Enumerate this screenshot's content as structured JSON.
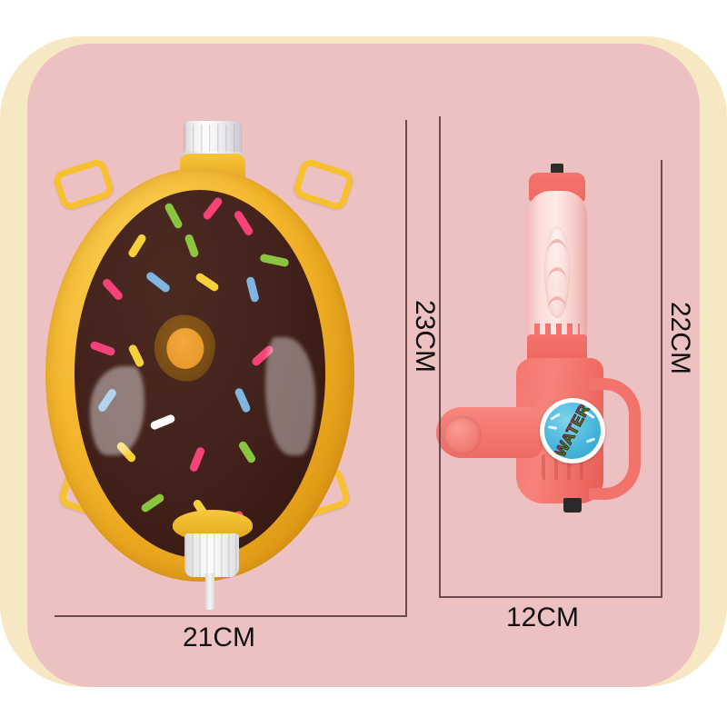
{
  "scene": {
    "description": "Product dimension photo of a donut-shaped water backpack and a matching water gun on a pink rounded panel",
    "background": {
      "outer_color": "#ffffff",
      "cream_layer_color": "#f6e8c3",
      "panel_color": "#edc0c2"
    }
  },
  "products": {
    "backpack": {
      "name": "donut-water-backpack",
      "ring_color": "#f4b62c",
      "frosting_color": "#44231c",
      "hole_color": "#f2a93d",
      "cap_color": "#f0f0f3",
      "handle_color": "#f6c02e",
      "sprinkle_colors": [
        "#f5437a",
        "#8bc53f",
        "#7fb5e0",
        "#f5d03a",
        "#ffffff"
      ]
    },
    "water_gun": {
      "name": "water-gun",
      "body_color": "#f1736b",
      "barrel_color": "#fbdcd8",
      "accent_color": "#ef6a63",
      "nozzle_color": "#2a2a2a",
      "sticker": {
        "label": "WATER",
        "background_color": "#49b6dc"
      }
    }
  },
  "dimensions": {
    "backpack_height": "23CM",
    "backpack_width": "21CM",
    "gun_height": "22CM",
    "gun_width": "12CM",
    "line_color": "#6b4a4f",
    "text_color": "#111111"
  },
  "chart_data": {
    "type": "table",
    "title": "Product dimensions",
    "categories": [
      "Donut water backpack",
      "Water gun"
    ],
    "series": [
      {
        "name": "Width (CM)",
        "values": [
          21,
          12
        ]
      },
      {
        "name": "Height (CM)",
        "values": [
          23,
          22
        ]
      }
    ],
    "units": "CM"
  }
}
